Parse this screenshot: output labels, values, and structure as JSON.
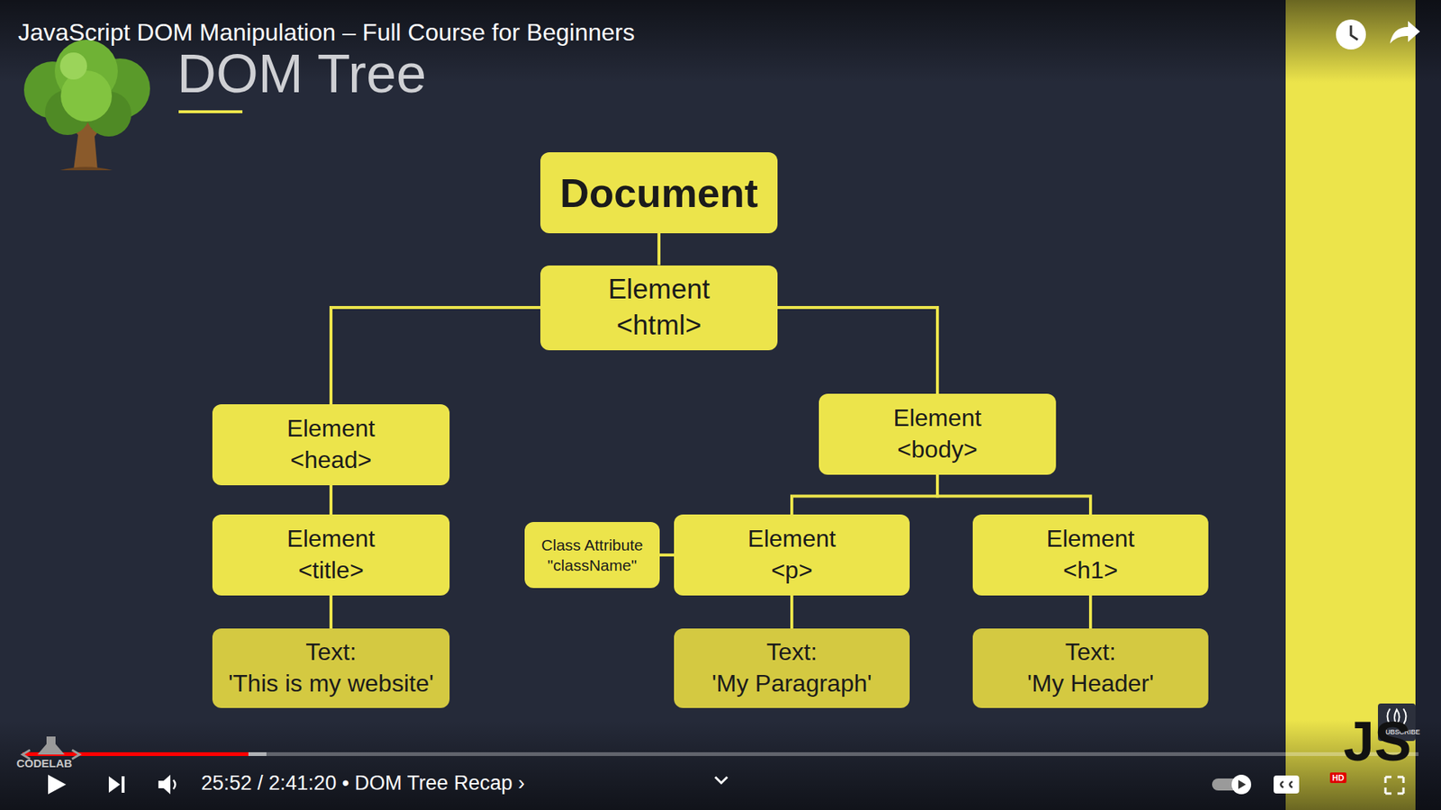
{
  "diagram": {
    "title": "DOM Tree",
    "nodes": [
      {
        "text": [
          "Document"
        ]
      },
      {
        "text": [
          "Element <html>"
        ]
      },
      {
        "text": [
          "Element <head>"
        ]
      },
      {
        "text": [
          "Element <body>"
        ]
      },
      {
        "text": [
          "Element <title>"
        ]
      },
      {
        "text": [
          "Class Attribute \"className\""
        ]
      },
      {
        "text": [
          "Element <p>"
        ]
      },
      {
        "text": [
          "Element <h1>"
        ]
      },
      {
        "text": [
          "Text: 'This is my website'"
        ]
      },
      {
        "text": [
          "Text: 'My Paragraph'"
        ]
      },
      {
        "text": [
          "Text: 'My Header'"
        ]
      }
    ],
    "edges": [
      {
        "from": 0,
        "to": 1,
        "arrow": "none"
      },
      {
        "from": 1,
        "to": 2,
        "arrow": "none"
      },
      {
        "from": 1,
        "to": 3,
        "arrow": "none"
      },
      {
        "from": 2,
        "to": 4,
        "arrow": "none"
      },
      {
        "from": 3,
        "to": 6,
        "arrow": "none"
      },
      {
        "from": 3,
        "to": 7,
        "arrow": "none"
      },
      {
        "from": 6,
        "to": 5,
        "arrow": "none"
      },
      {
        "from": 4,
        "to": 8,
        "arrow": "none"
      },
      {
        "from": 6,
        "to": 9,
        "arrow": "none"
      },
      {
        "from": 7,
        "to": 10,
        "arrow": "none"
      }
    ],
    "labels": [
      "JavaScript DOM Manipulation – Full Course for Beginners",
      "25:52 / 2:41:20 • DOM Tree Recap ›",
      "CODELAB",
      "SUBSCRIBE",
      "HD",
      "JS"
    ]
  }
}
